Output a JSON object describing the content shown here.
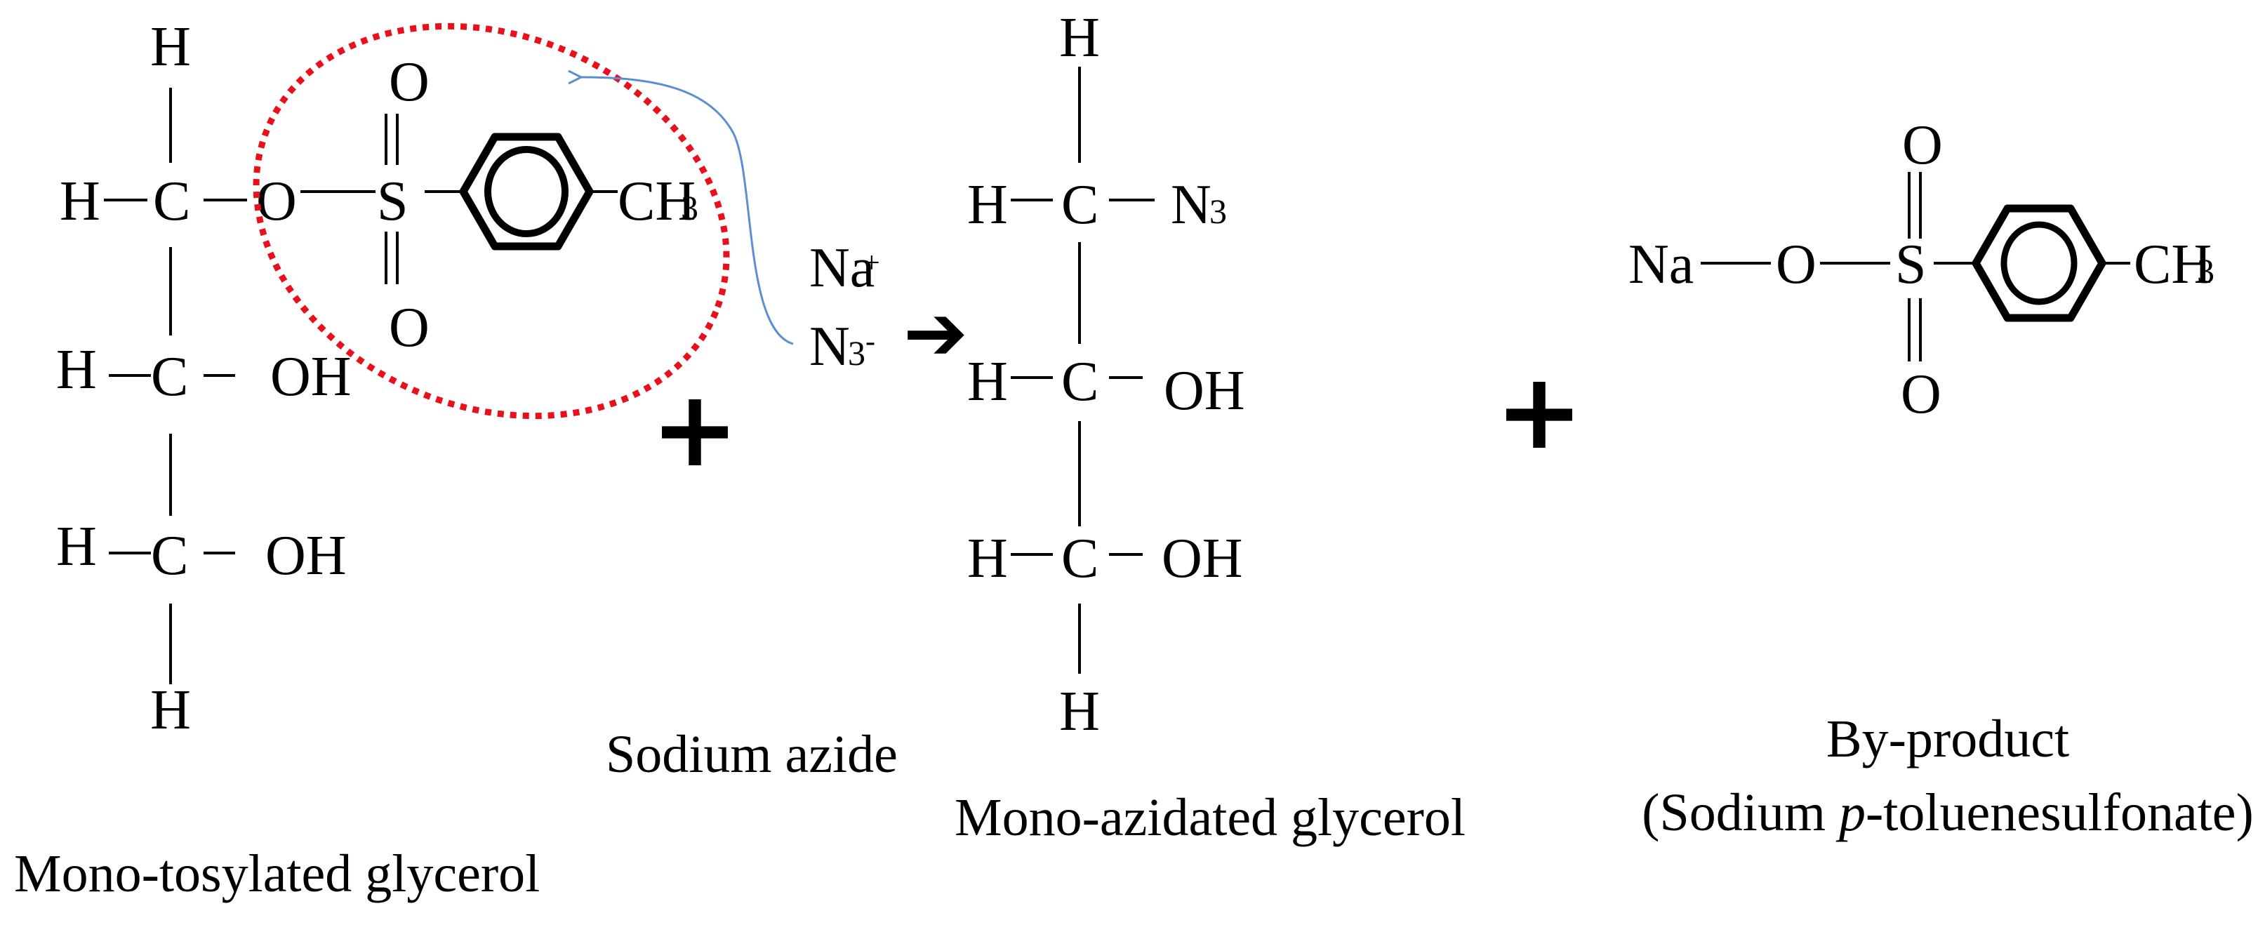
{
  "atoms": {
    "H": "H",
    "C": "C",
    "O": "O",
    "S": "S",
    "OH": "OH",
    "CH": "CH",
    "N": "N",
    "Na": "Na",
    "sub3": "3",
    "plus_charge": "+",
    "minus_charge": "-"
  },
  "operators": {
    "plus": "+",
    "arrow": "➔"
  },
  "labels": {
    "reactant1": "Mono-tosylated glycerol",
    "reactant2": "Sodium azide",
    "product1": "Mono-azidated glycerol",
    "byproduct_line1": "By-product",
    "byproduct_open": "(Sodium ",
    "byproduct_italic": "p",
    "byproduct_rest": "-toluenesulfonate)"
  },
  "colors": {
    "highlight_ellipse": "#e8101a",
    "attack_arrow": "#5b8fcf"
  }
}
